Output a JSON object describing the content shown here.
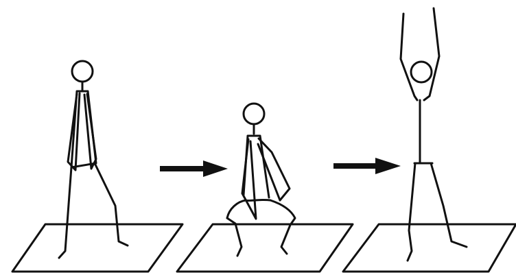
{
  "diagram": {
    "steps": [
      {
        "pose": "standing"
      },
      {
        "pose": "squat"
      },
      {
        "pose": "jump-arms-raised"
      }
    ],
    "arrows": 2,
    "colors": {
      "ink": "#111111",
      "background": "#ffffff"
    }
  }
}
